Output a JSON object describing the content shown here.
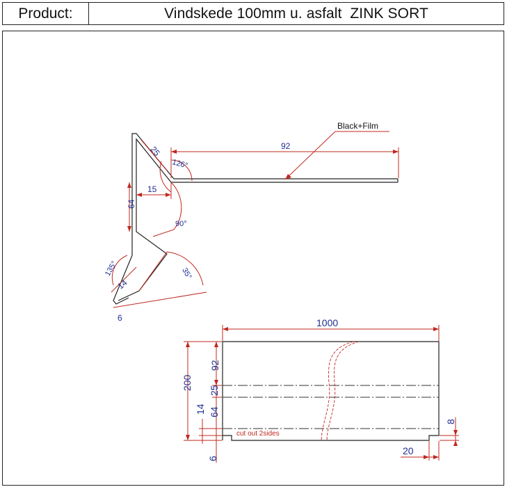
{
  "header": {
    "label": "Product:",
    "value": "Vindskede 100mm u. asfalt  ZINK SORT"
  },
  "profile": {
    "annotation": "Black+Film",
    "dims": {
      "top_flange": "92",
      "slant": "25",
      "inner_width": "15",
      "vertical": "64",
      "lower_slant": "14",
      "hem": "6"
    },
    "angles": {
      "top": "126°",
      "corner": "90°",
      "lower_left": "135°",
      "lower_right": "35°"
    }
  },
  "flat": {
    "length": "1000",
    "total_width": "200",
    "segments": [
      "92",
      "25",
      "64",
      "14",
      "6"
    ],
    "notch_height": "8",
    "notch_width": "20",
    "cutout_note": "cut out 2sides"
  },
  "colors": {
    "dimension_text": "#1f2f8f",
    "dimension_line": "#c0281e",
    "outline": "#222222"
  }
}
